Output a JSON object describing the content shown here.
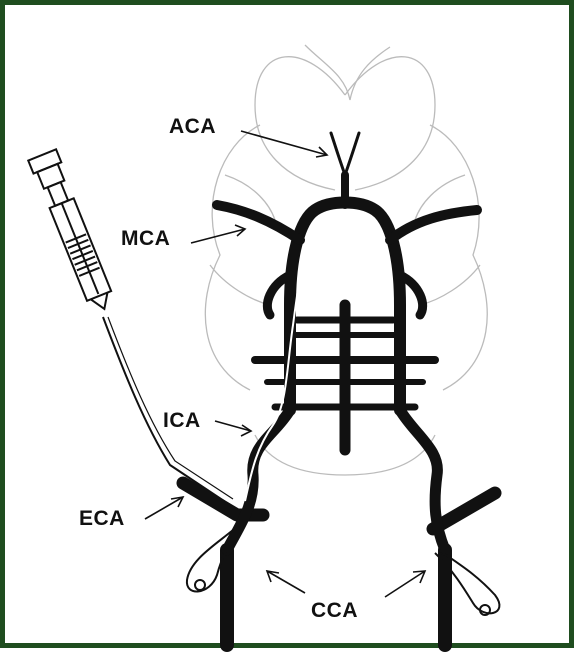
{
  "labels": {
    "aca": "ACA",
    "mca": "MCA",
    "ica": "ICA",
    "eca": "ECA",
    "cca": "CCA"
  },
  "colors": {
    "frame": "#1f4d1f",
    "vessel": "#111111",
    "brain_outline": "#bbbbbb"
  }
}
